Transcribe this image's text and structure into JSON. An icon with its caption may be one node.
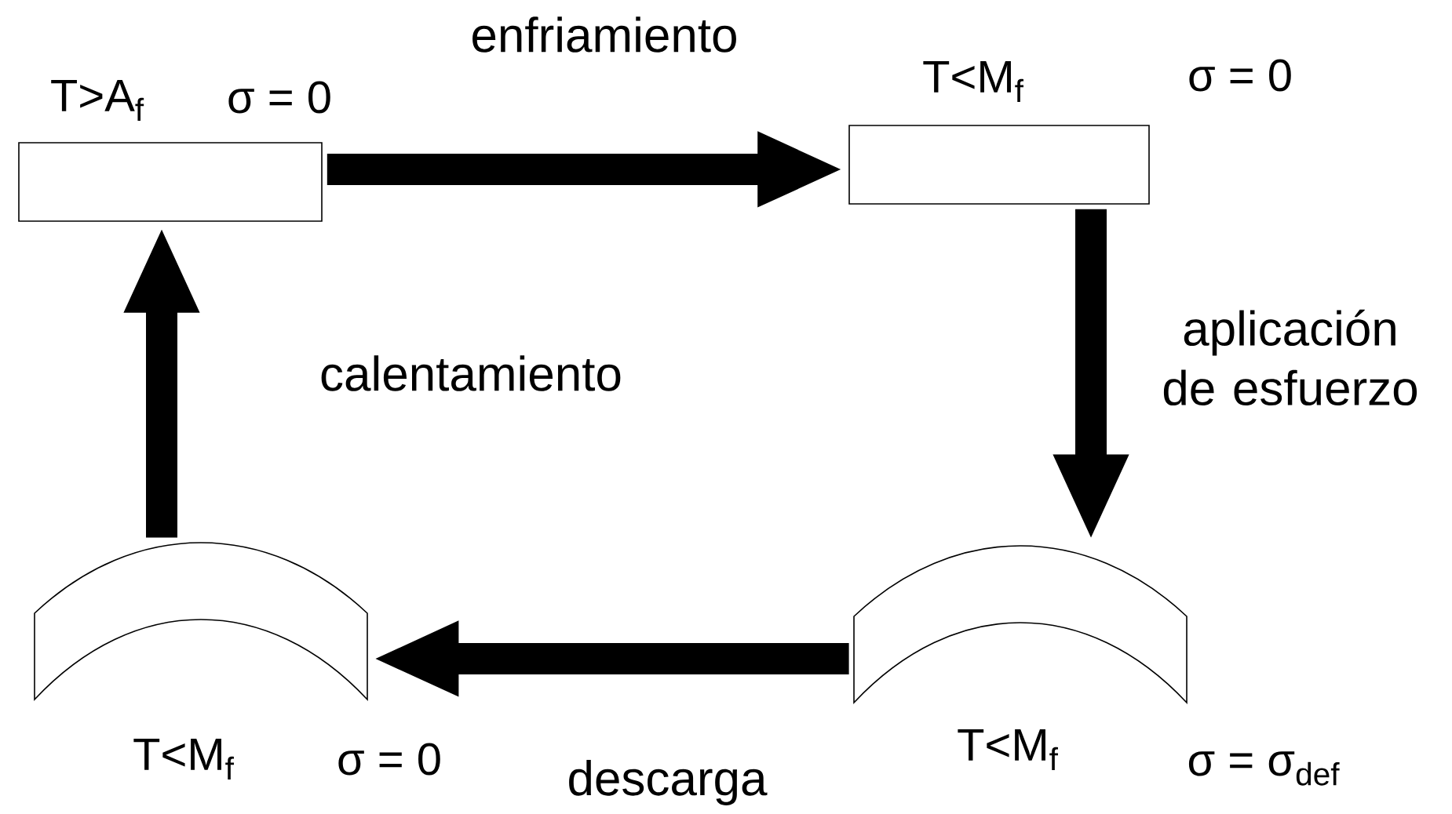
{
  "diagram": {
    "nodes": [
      {
        "text": [],
        "shape": "box",
        "beside": [
          "T>A$_{f}$",
          "σ = 0"
        ]
      },
      {
        "text": [],
        "shape": "box",
        "beside": [
          "T<M$_{f}$",
          "σ = 0"
        ]
      },
      {
        "text": [],
        "shape": "arch",
        "beside": [
          "T<M$_{f}$",
          "σ = 0"
        ]
      },
      {
        "text": [],
        "shape": "arch",
        "beside": [
          "T<M$_{f}$",
          "σ = σ$_{def}$"
        ]
      }
    ],
    "edges": [
      {
        "from": 0,
        "to": 1,
        "arrow": "to",
        "label": "enfriamiento"
      },
      {
        "from": 1,
        "to": 3,
        "arrow": "to",
        "label": "aplicación de esfuerzo"
      },
      {
        "from": 3,
        "to": 2,
        "arrow": "to",
        "label": "descarga"
      },
      {
        "from": 2,
        "to": 0,
        "arrow": "to",
        "label": "calentamiento"
      }
    ]
  }
}
